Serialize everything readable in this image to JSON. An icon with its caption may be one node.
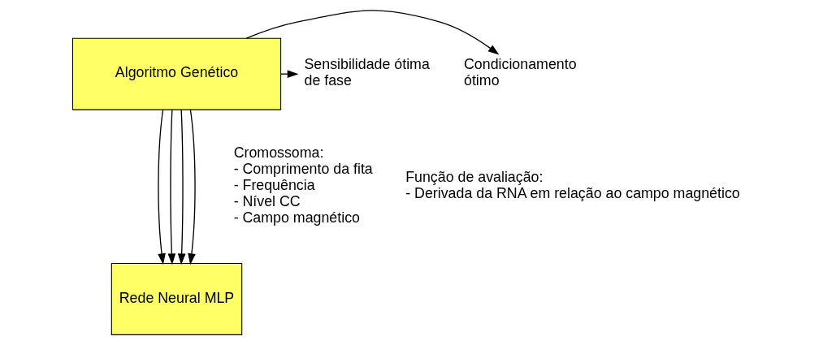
{
  "diagram": {
    "nodes": [
      {
        "text": [
          "Algoritmo Genético"
        ]
      },
      {
        "text": [
          "Rede Neural MLP"
        ]
      },
      {
        "text": [
          "Condicionamento ótimo"
        ]
      },
      {
        "text": [
          "Sensibilidade ótima de fase"
        ]
      }
    ],
    "edges": [
      {
        "from": 0,
        "to": 2,
        "arrow": "to"
      },
      {
        "from": 0,
        "to": 3,
        "arrow": "to"
      },
      {
        "from": 0,
        "to": 1,
        "arrow": "to"
      },
      {
        "from": 0,
        "to": 1,
        "arrow": "to"
      },
      {
        "from": 0,
        "to": 1,
        "arrow": "to"
      },
      {
        "from": 0,
        "to": 1,
        "arrow": "to"
      }
    ],
    "labels": [
      "Cromossoma:",
      "- Comprimento da fita",
      "- Frequência",
      "- Nível CC",
      "- Campo magnético",
      "Função de avaliação:",
      "- Derivada da RNA em relação ao campo magnético"
    ]
  }
}
